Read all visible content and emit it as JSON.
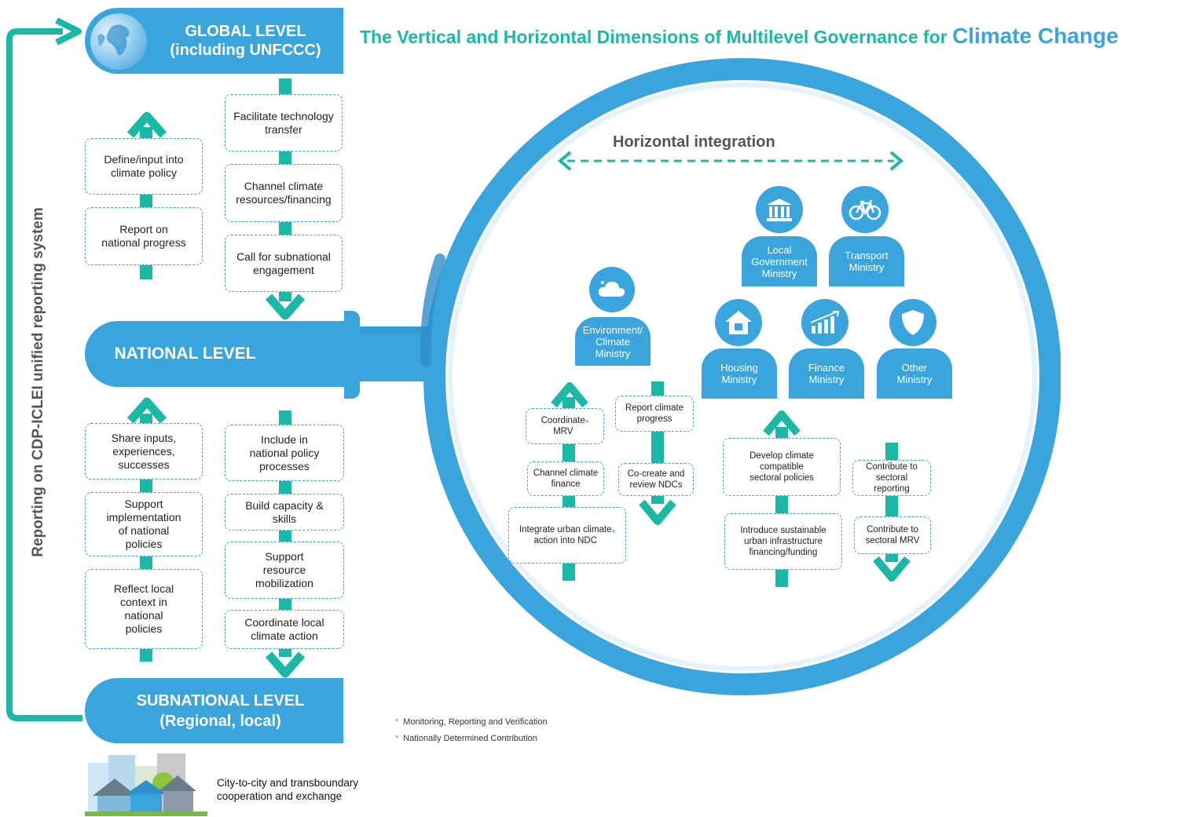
{
  "title": {
    "main": "The Vertical and Horizontal Dimensions of Multilevel Governance for ",
    "highlight": "Climate Change"
  },
  "colors": {
    "teal": "#1bb8a6",
    "blue": "#3aa4dc",
    "text": "#222222",
    "grey": "#555555"
  },
  "side_label": "Reporting on CDP-ICLEI unified reporting system",
  "levels": {
    "global": "GLOBAL LEVEL\n(including UNFCCC)",
    "national": "NATIONAL LEVEL",
    "subnational": "SUBNATIONAL LEVEL\n(Regional, local)"
  },
  "upper_left_boxes": [
    "Define/input into\nclimate policy",
    "Report on\nnational progress"
  ],
  "upper_right_boxes": [
    "Facilitate technology\ntransfer",
    "Channel climate\nresources/financing",
    "Call for subnational\nengagement"
  ],
  "lower_left_boxes": [
    "Share inputs,\nexperiences,\nsuccesses",
    "Support\nimplementation\nof national\npolicies",
    "Reflect local\ncontext in\nnational\npolicies"
  ],
  "lower_right_boxes": [
    "Include in\nnational policy\nprocesses",
    "Build capacity &\nskills",
    "Support\nresource\nmobilization",
    "Coordinate local\nclimate action"
  ],
  "horizontal_label": "Horizontal integration",
  "ministries": {
    "environment": "Environment/\nClimate\nMinistry",
    "local_government": "Local\nGovernment\nMinistry",
    "transport": "Transport\nMinistry",
    "housing": "Housing\nMinistry",
    "finance": "Finance\nMinistry",
    "other": "Other\nMinistry"
  },
  "env_up_boxes": [
    "Coordinate\nMRV",
    "Channel climate\nfinance",
    "Integrate urban climate\naction into NDC"
  ],
  "env_down_boxes": [
    "Report climate\nprogress",
    "Co-create and\nreview NDCs"
  ],
  "sector_up_boxes": [
    "Develop climate\ncompatible\nsectoral policies",
    "Introduce sustainable\nurban infrastructure\nfinancing/funding"
  ],
  "sector_down_boxes": [
    "Contribute to\nsectoral reporting",
    "Contribute to\nsectoral MRV"
  ],
  "footnotes": [
    "Monitoring, Reporting and Verification",
    "Nationally Determined Contribution"
  ],
  "footnote_mark": "*",
  "city_label": "City-to-city and transboundary\ncooperation and exchange",
  "icons": [
    "globe-icon",
    "cloud-icon",
    "government-building-icon",
    "bicycle-icon",
    "house-icon",
    "chart-icon",
    "shield-icon",
    "city-icon"
  ]
}
